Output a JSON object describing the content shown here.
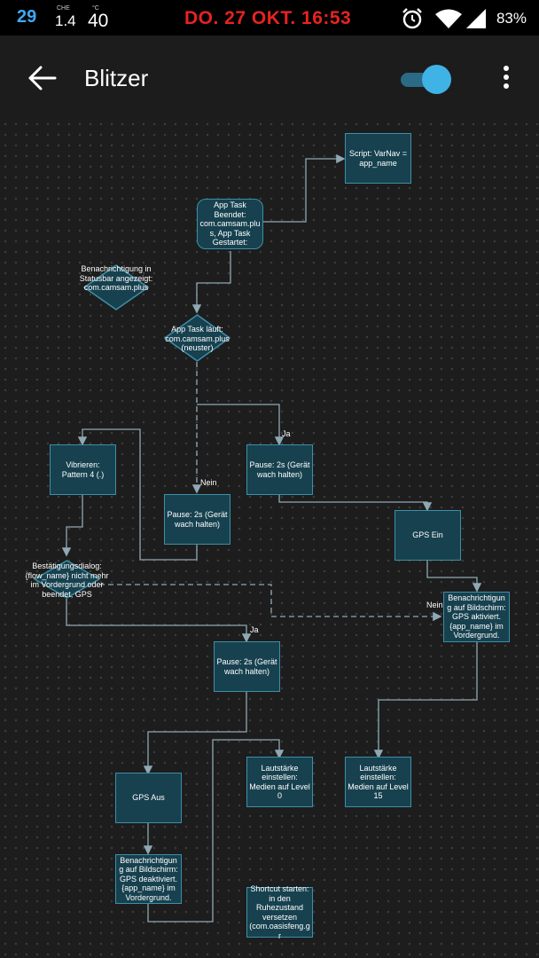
{
  "status_bar": {
    "left_number": "29",
    "weather_top": "CHE",
    "weather_value": "1.4",
    "weather_unit": "°C",
    "temperature": "40",
    "datetime": "DO. 27 OKT. 16:53",
    "battery": "83%",
    "icons": [
      "alarm-icon",
      "wifi-icon",
      "cell-signal-icon"
    ]
  },
  "toolbar": {
    "title": "Blitzer",
    "back_icon": "arrow-left-icon",
    "toggle_on": true,
    "menu_icon": "more-vert-icon"
  },
  "colors": {
    "node_fill": "#17414f",
    "node_border": "#3d8fa8",
    "edge": "#8fa9b4",
    "toggle": "#3fb3e6",
    "datetime": "#e8231f"
  },
  "flow": {
    "nodes": {
      "script_varnav": "Script: VarNav = app_name",
      "app_task_beendet": "App Task Beendet: com.camsam.plus, App Task Gestartet:",
      "notif_statusbar": "Benachrichtigung in Statusbar angezeigt: com.camsam.plus",
      "app_task_laeuft": "App Task läuft: com.camsam.plus (neuster)",
      "vibrieren": "Vibrieren: Pattern 4 (.)",
      "pause_1": "Pause: 2s (Gerät wach halten)",
      "pause_2": "Pause: 2s (Gerät wach halten)",
      "gps_ein": "GPS Ein",
      "bestaetigung": "Bestätigungsdialog: {flow_name} nicht mehr im Vordergrund oder beendet, GPS",
      "notif_gps_on": "Benachrichtigung auf Bildschirm: GPS aktiviert. {app_name} im Vordergrund.",
      "pause_3": "Pause: 2s (Gerät wach halten)",
      "lautstaerke_0": "Lautstärke einstellen: Medien auf Level 0",
      "lautstaerke_15": "Lautstärke einstellen: Medien auf Level 15",
      "gps_aus": "GPS Aus",
      "notif_gps_off": "Benachrichtigung auf Bildschirm: GPS deaktiviert. {app_name} im Vordergrund.",
      "shortcut": "Shortcut starten: in den Ruhezustand versetzen (com.oasisfeng.gr"
    },
    "edge_labels": {
      "ja_1": "Ja",
      "nein_1": "Nein",
      "nein_2": "Nein",
      "ja_2": "Ja"
    }
  }
}
